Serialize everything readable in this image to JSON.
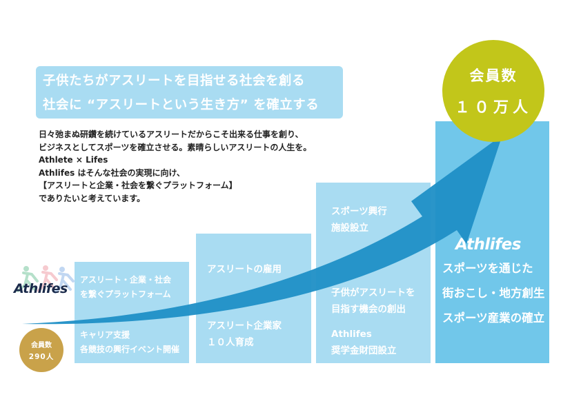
{
  "headline": {
    "line1": "子供たちがアスリートを目指せる社会を創る",
    "line2": "社会に “アスリートという生き方” を確立する"
  },
  "description": [
    "日々弛まぬ研鑽を続けているアスリートだからこそ出来る仕事を創り、",
    "ビジネスとしてスポーツを確立させる。素晴らしいアスリートの人生を。",
    "Athlete × Lifes",
    "Athlifes はそんな社会の実現に向け、",
    "【アスリートと企業・社会を繋ぐプラットフォーム】",
    "でありたいと考えています。"
  ],
  "start": {
    "logo": "Athlifes",
    "members_label": "会員数",
    "members_value": "290人"
  },
  "steps": [
    {
      "items": [
        [
          "アスリート・企業・社会",
          "を繋ぐプラットフォーム"
        ],
        [
          "キャリア支援",
          "各競技の興行イベント開催"
        ]
      ]
    },
    {
      "items": [
        [
          "アスリートの雇用"
        ],
        [
          "アスリート企業家",
          "１０人育成"
        ]
      ]
    },
    {
      "items": [
        [
          "スポーツ興行",
          "施設設立"
        ],
        [
          "子供がアスリートを",
          "目指す機会の創出"
        ],
        [
          "Athlifes",
          "奨学金財団設立"
        ]
      ]
    },
    {
      "logo": "Athlifes",
      "items": [
        [
          "スポーツを通じた",
          "街おこし・地方創生",
          "スポーツ産業の確立"
        ]
      ]
    }
  ],
  "goal": {
    "label": "会員数",
    "value": "１０万人"
  },
  "colors": {
    "step": "#a9dcf2",
    "step_final": "#71c7ea",
    "arrow": "#1f8fc6",
    "goal_circle": "#c2c61a",
    "start_circle": "#c9a24a"
  }
}
